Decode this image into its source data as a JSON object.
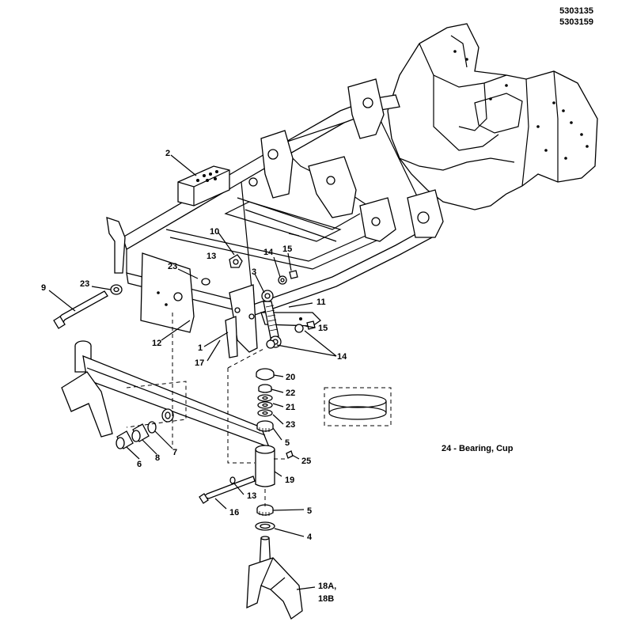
{
  "header": {
    "part_number_1": "5303135",
    "part_number_2": "5303159"
  },
  "legend": {
    "note": "24 - Bearing, Cup"
  },
  "callouts": {
    "c1": "1",
    "c2": "2",
    "c3": "3",
    "c4": "4",
    "c5a": "5",
    "c5b": "5",
    "c6": "6",
    "c7": "7",
    "c8": "8",
    "c9": "9",
    "c10": "10",
    "c11": "11",
    "c12": "12",
    "c13a": "13",
    "c13b": "13",
    "c14a": "14",
    "c14b": "14",
    "c15a": "15",
    "c15b": "15",
    "c16": "16",
    "c17": "17",
    "c18a": "18A,",
    "c18b": "18B",
    "c19": "19",
    "c20": "20",
    "c21": "21",
    "c22": "22",
    "c23a": "23",
    "c23b": "23",
    "c23c": "23",
    "c25": "25"
  }
}
